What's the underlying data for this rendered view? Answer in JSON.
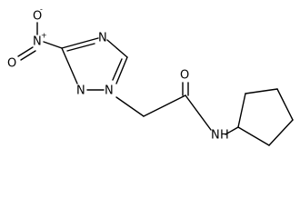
{
  "molecule": {
    "atoms": {
      "nitro_o_top": "O",
      "nitro_o_top_charge": "-",
      "nitro_n": "N",
      "nitro_n_charge": "+",
      "nitro_o_left": "O",
      "ring_n4": "N",
      "ring_n2": "N",
      "ring_n1": "N",
      "carbonyl_o": "O",
      "amide_n": "N",
      "amide_h": "H"
    }
  }
}
